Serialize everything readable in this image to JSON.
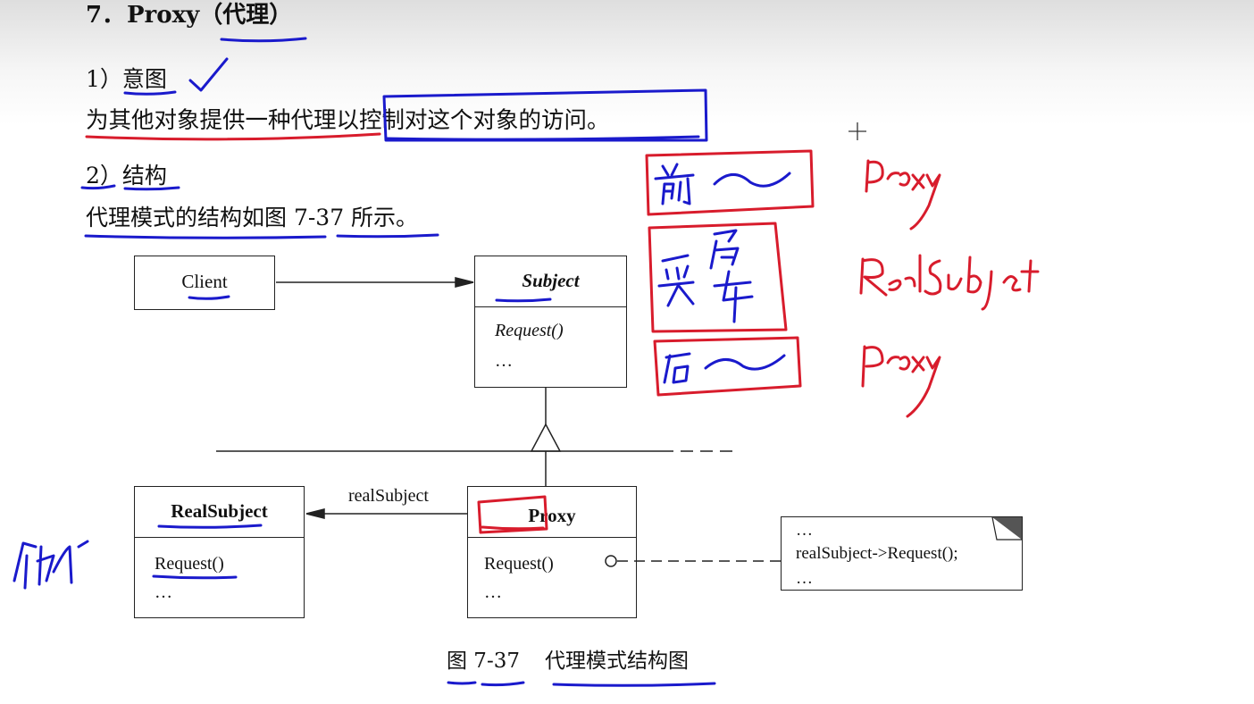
{
  "heading": {
    "number": "7．",
    "title": "Proxy（代理）"
  },
  "sections": {
    "intent": {
      "label": "1）意图",
      "text": "为其他对象提供一种代理以控制对这个对象的访问。"
    },
    "structure": {
      "label": "2）结构",
      "text": "代理模式的结构如图 7-37 所示。"
    }
  },
  "diagram": {
    "client": {
      "name": "Client"
    },
    "subject": {
      "name": "Subject",
      "ops": [
        "Request()",
        "…"
      ]
    },
    "real_subject": {
      "name": "RealSubject",
      "ops": [
        "Request()",
        "…"
      ]
    },
    "proxy": {
      "name": "Proxy",
      "ops": [
        "Request()",
        "…"
      ]
    },
    "association_label": "realSubject",
    "note": [
      "…",
      "realSubject->Request();",
      "…"
    ],
    "caption": {
      "number": "图 7-37",
      "title": "代理模式结构图"
    }
  },
  "handwriting": {
    "before": "前～",
    "during": [
      "买",
      "房",
      "车"
    ],
    "after": "后～",
    "labels": [
      "Proxy",
      "RealSubject",
      "Proxy"
    ],
    "side": "代理"
  },
  "colors": {
    "ink_blue": "#1a1acc",
    "ink_red": "#d81c2c"
  }
}
